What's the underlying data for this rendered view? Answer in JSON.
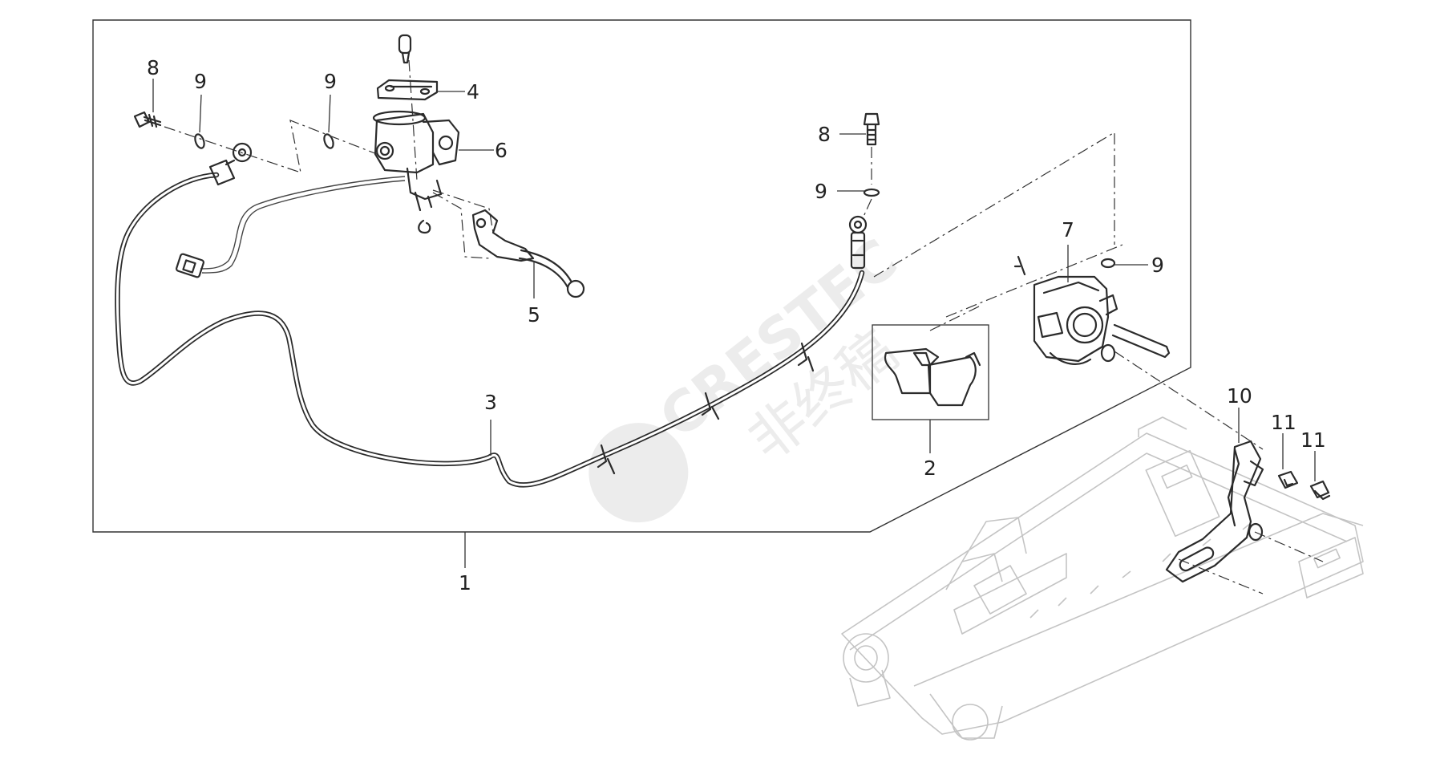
{
  "diagram": {
    "callouts": [
      {
        "id": "c1",
        "label": "1"
      },
      {
        "id": "c2",
        "label": "2"
      },
      {
        "id": "c3",
        "label": "3"
      },
      {
        "id": "c4",
        "label": "4"
      },
      {
        "id": "c5",
        "label": "5"
      },
      {
        "id": "c6",
        "label": "6"
      },
      {
        "id": "c7",
        "label": "7"
      },
      {
        "id": "c8a",
        "label": "8"
      },
      {
        "id": "c8b",
        "label": "8"
      },
      {
        "id": "c9a",
        "label": "9"
      },
      {
        "id": "c9b",
        "label": "9"
      },
      {
        "id": "c9c",
        "label": "9"
      },
      {
        "id": "c9d",
        "label": "9"
      },
      {
        "id": "c10",
        "label": "10"
      },
      {
        "id": "c11a",
        "label": "11"
      },
      {
        "id": "c11b",
        "label": "11"
      }
    ],
    "watermark": {
      "latin": "CRESTEC",
      "chinese": "非终稿"
    }
  }
}
